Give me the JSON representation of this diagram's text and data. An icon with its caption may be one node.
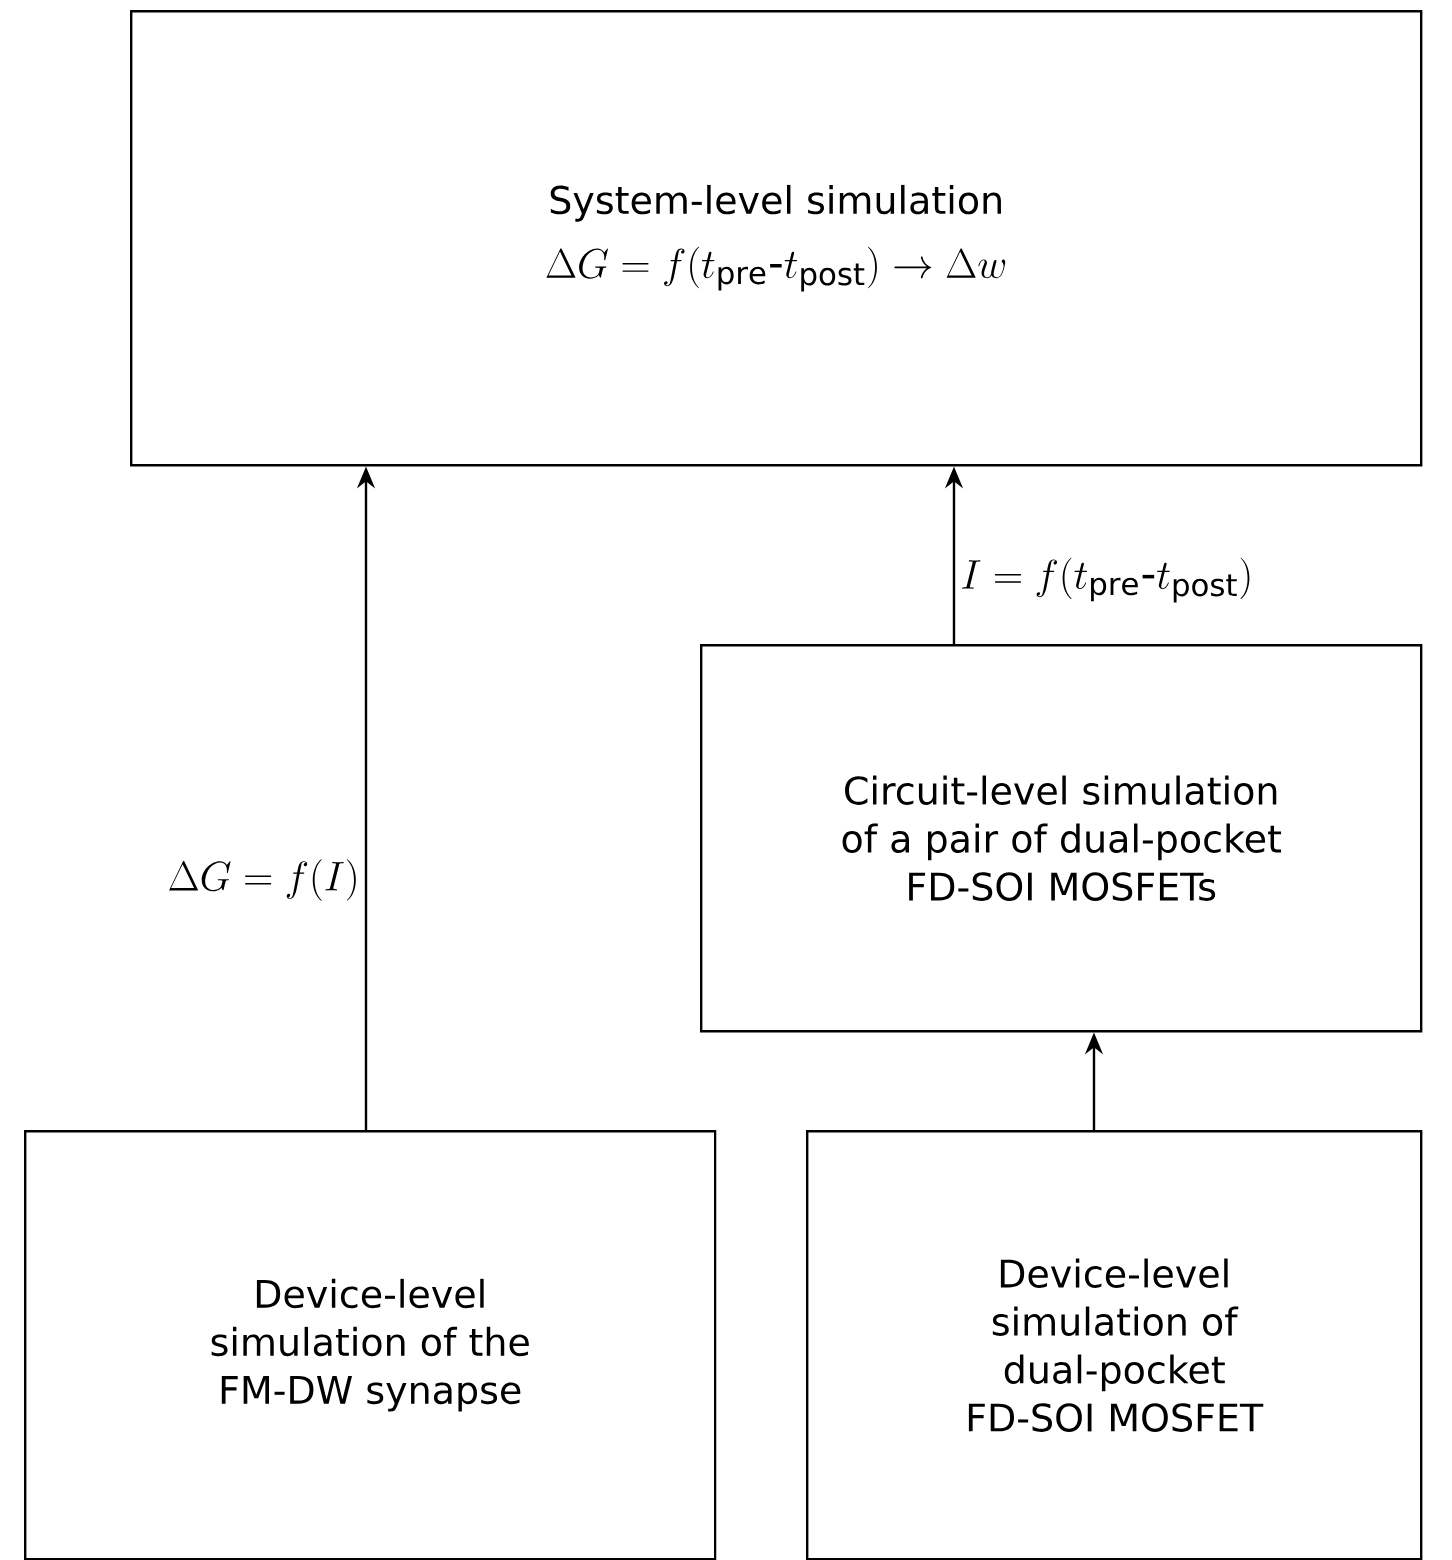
{
  "diagram": {
    "nodes": [
      {
        "text": [
          "System-level simulation",
          "\\Delta G = f(t_{\\mathrm{pre}}\\text{-}t_{\\mathrm{post}})\\rightarrow\\Delta w"
        ]
      },
      {
        "text": [
          "Circuit-level simulation of a pair of dual-pocket FD-SOI MOSFETs"
        ]
      },
      {
        "text": [
          "Device-level simulation of the FM-DW synapse"
        ]
      },
      {
        "text": [
          "Device-level simulation of dual-pocket FD-SOI MOSFET"
        ]
      }
    ],
    "edges": [
      {
        "from": 2,
        "to": 0,
        "arrow": "to",
        "label": "\\Delta G = f(I)"
      },
      {
        "from": 1,
        "to": 0,
        "arrow": "to",
        "label": "I = f(t_{\\mathrm{pre}}\\text{-}t_{\\mathrm{post}})"
      },
      {
        "from": 3,
        "to": 1,
        "arrow": "to"
      }
    ]
  }
}
